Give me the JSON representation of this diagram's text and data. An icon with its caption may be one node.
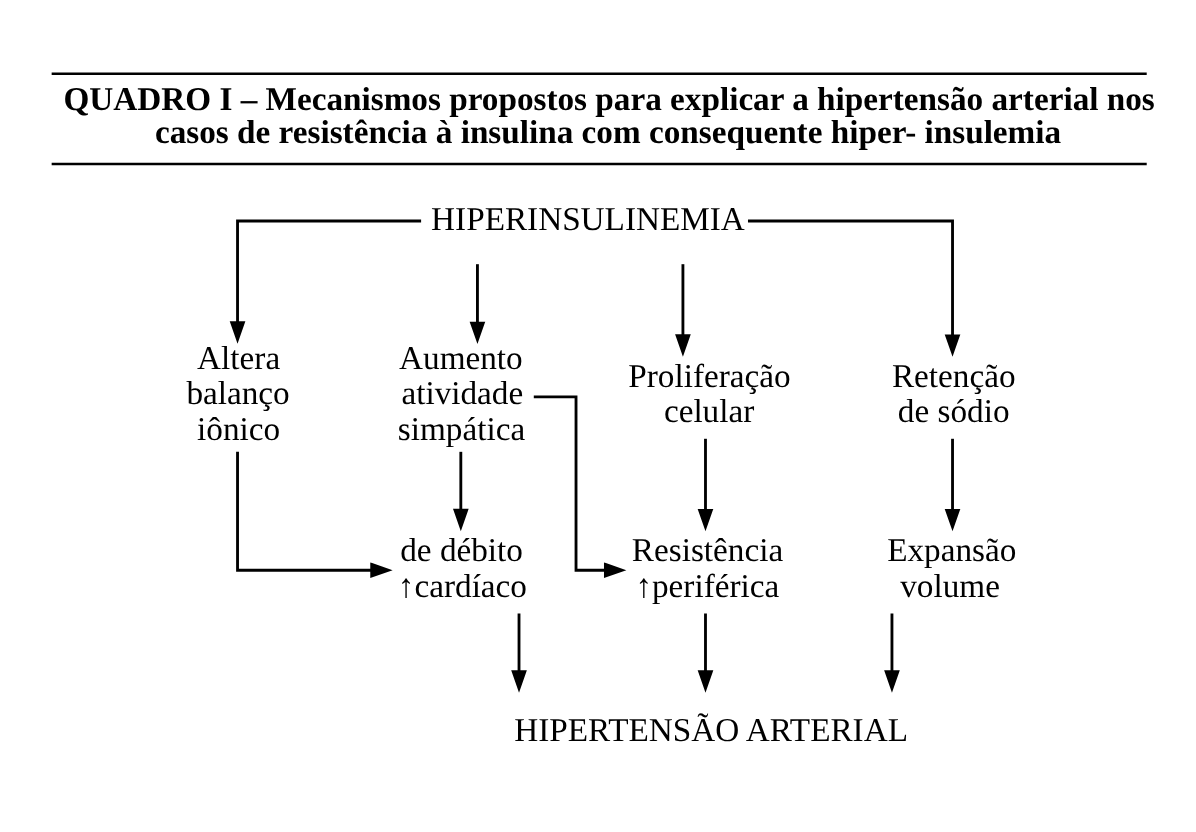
{
  "diagram": {
    "title": "QUADRO I – Mecanismos propostos para explicar a hipertensão arterial nos casos de resistência à insulina com consequente hiper- insulemia",
    "nodes": [
      {
        "text": [
          "HIPERINSULINEMIA"
        ]
      },
      {
        "text": [
          "Altera balanço iônico"
        ]
      },
      {
        "text": [
          "Aumento atividade simpática"
        ]
      },
      {
        "text": [
          "Proliferação celular"
        ]
      },
      {
        "text": [
          "Retenção de sódio"
        ]
      },
      {
        "text": [
          "de débito ↑cardíaco"
        ]
      },
      {
        "text": [
          "Resistência ↑periférica"
        ]
      },
      {
        "text": [
          "Expansão volume"
        ]
      },
      {
        "text": [
          "HIPERTENSÃO ARTERIAL"
        ]
      }
    ],
    "edges": [
      {
        "from": 0,
        "to": 1,
        "arrow": "to"
      },
      {
        "from": 0,
        "to": 2,
        "arrow": "to"
      },
      {
        "from": 0,
        "to": 3,
        "arrow": "to"
      },
      {
        "from": 0,
        "to": 4,
        "arrow": "to"
      },
      {
        "from": 1,
        "to": 5,
        "arrow": "to"
      },
      {
        "from": 2,
        "to": 5,
        "arrow": "to"
      },
      {
        "from": 2,
        "to": 6,
        "arrow": "to"
      },
      {
        "from": 3,
        "to": 6,
        "arrow": "to"
      },
      {
        "from": 4,
        "to": 7,
        "arrow": "to"
      },
      {
        "from": 5,
        "to": 8,
        "arrow": "to"
      },
      {
        "from": 6,
        "to": 8,
        "arrow": "to"
      },
      {
        "from": 7,
        "to": 8,
        "arrow": "to"
      }
    ]
  }
}
